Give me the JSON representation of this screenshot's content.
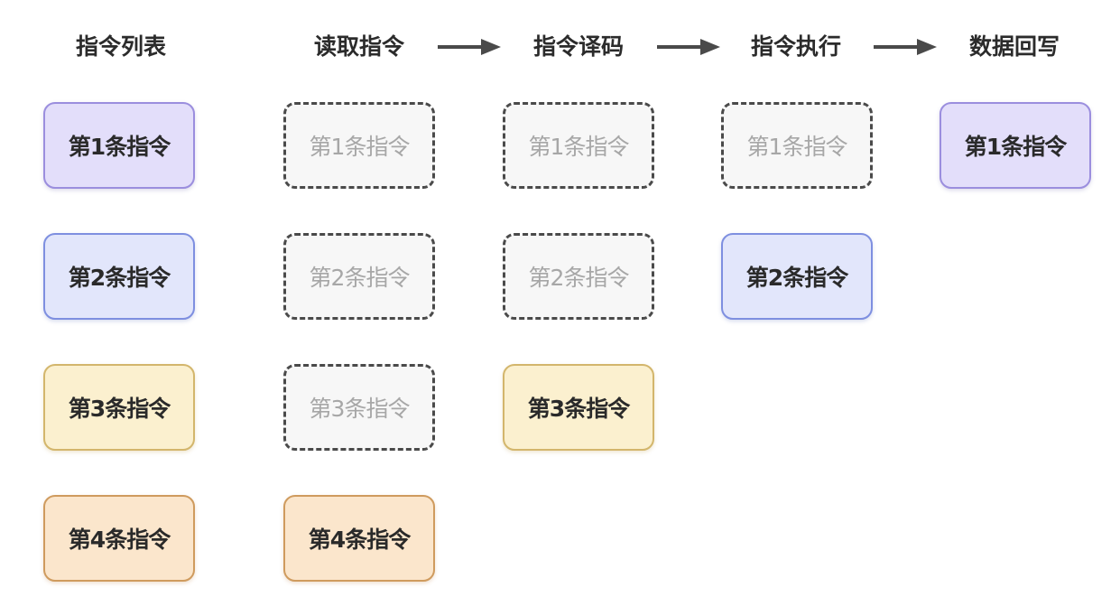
{
  "headers": {
    "instruction_list": "指令列表",
    "fetch": "读取指令",
    "decode": "指令译码",
    "execute": "指令执行",
    "writeback": "数据回写"
  },
  "instructions": {
    "i1": "第1条指令",
    "i2": "第2条指令",
    "i3": "第3条指令",
    "i4": "第4条指令"
  },
  "colors": {
    "instruction_1": "#e3defa",
    "instruction_2": "#e2e6fb",
    "instruction_3": "#fbf0cf",
    "instruction_4": "#fbe6cc",
    "completed_stage": "#f7f7f7",
    "arrow": "#4a4a4a"
  }
}
